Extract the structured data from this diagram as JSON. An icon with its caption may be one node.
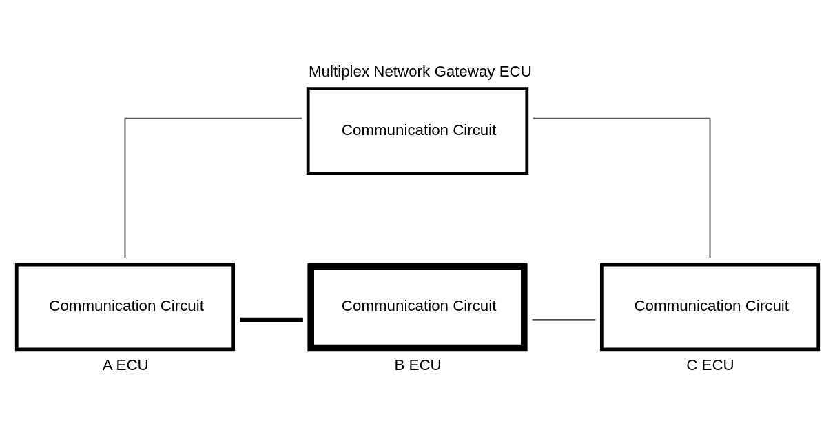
{
  "diagram": {
    "nodes": [
      {
        "text": [
          "Communication Circuit"
        ],
        "beside": [
          "Multiplex Network Gateway ECU"
        ]
      },
      {
        "text": [
          "Communication Circuit"
        ],
        "beside": [
          "A ECU"
        ]
      },
      {
        "text": [
          "Communication Circuit"
        ],
        "beside": [
          "B ECU"
        ]
      },
      {
        "text": [
          "Communication Circuit"
        ],
        "beside": [
          "C ECU"
        ]
      }
    ],
    "edges": [
      {
        "from": 0,
        "to": 1,
        "arrow": "none"
      },
      {
        "from": 0,
        "to": 3,
        "arrow": "none"
      },
      {
        "from": 1,
        "to": 2,
        "arrow": "none",
        "style": "thick"
      },
      {
        "from": 2,
        "to": 3,
        "arrow": "none"
      }
    ]
  }
}
